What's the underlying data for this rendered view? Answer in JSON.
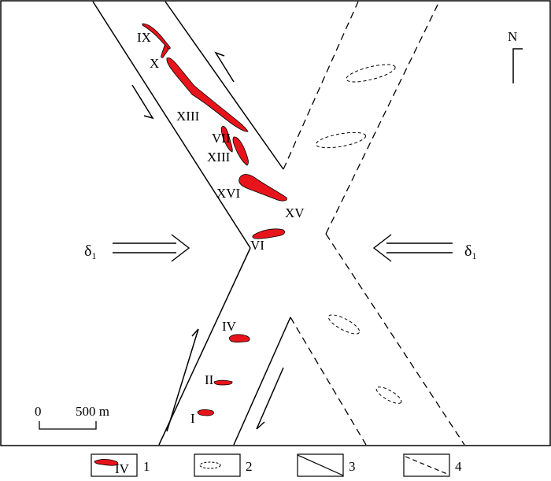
{
  "colors": {
    "ore": "#e8141b",
    "line": "#000000",
    "background": "#ffffff"
  },
  "north": {
    "label": "N"
  },
  "stress": {
    "left": {
      "symbol": "δ",
      "subscript": "1"
    },
    "right": {
      "symbol": "δ",
      "subscript": "1"
    }
  },
  "orebodies": [
    {
      "label": "IX"
    },
    {
      "label": "X"
    },
    {
      "label": "XIII"
    },
    {
      "label": "VII"
    },
    {
      "label": "XIII"
    },
    {
      "label": "XVI"
    },
    {
      "label": "XV"
    },
    {
      "label": "VI"
    },
    {
      "label": "IV"
    },
    {
      "label": "II"
    },
    {
      "label": "I"
    }
  ],
  "scale_bar": {
    "start_label": "0",
    "end_label": "500 m"
  },
  "legend": [
    {
      "number": "1",
      "sample_label": "IV",
      "icon": "red-orebody-symbol"
    },
    {
      "number": "2",
      "icon": "dashed-ellipse-symbol"
    },
    {
      "number": "3",
      "icon": "solid-line-symbol"
    },
    {
      "number": "4",
      "icon": "dashed-line-symbol"
    }
  ]
}
